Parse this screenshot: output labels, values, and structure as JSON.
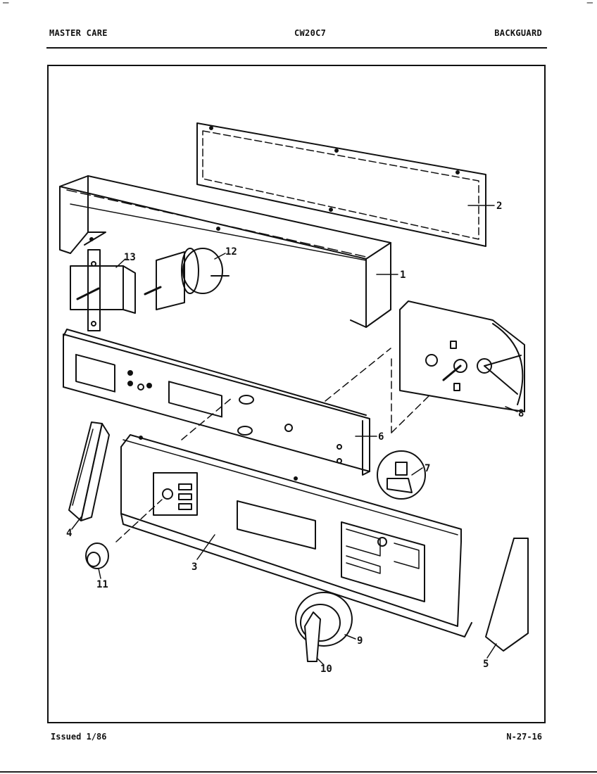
{
  "header": {
    "brand": "MASTER CARE",
    "model": "CW20C7",
    "section": "BACKGUARD"
  },
  "footer": {
    "issued": "Issued 1/86",
    "page_code": "N-27-16"
  },
  "callouts": [
    "1",
    "2",
    "3",
    "4",
    "5",
    "6",
    "7",
    "8",
    "9",
    "10",
    "11",
    "12",
    "13"
  ]
}
